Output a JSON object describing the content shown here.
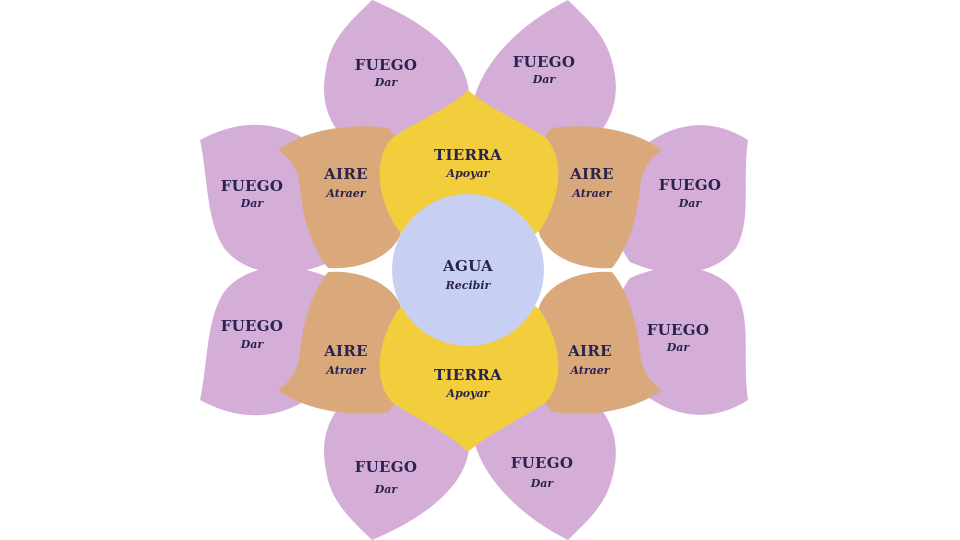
{
  "diagram": {
    "colors": {
      "background": "#ffffff",
      "fuego": "#d4aed7",
      "aire": "#d9a97c",
      "tierra": "#f2cd3c",
      "agua": "#c7d0f2",
      "text": "#2a2350"
    },
    "petals": {
      "fuego_top_left": {
        "name": "FUEGO",
        "verb": "Dar"
      },
      "fuego_top_right": {
        "name": "FUEGO",
        "verb": "Dar"
      },
      "fuego_upper_left": {
        "name": "FUEGO",
        "verb": "Dar"
      },
      "fuego_upper_right": {
        "name": "FUEGO",
        "verb": "Dar"
      },
      "fuego_lower_left": {
        "name": "FUEGO",
        "verb": "Dar"
      },
      "fuego_lower_right": {
        "name": "FUEGO",
        "verb": "Dar"
      },
      "fuego_bottom_left": {
        "name": "FUEGO",
        "verb": "Dar"
      },
      "fuego_bottom_right": {
        "name": "FUEGO",
        "verb": "Dar"
      },
      "aire_upper_left": {
        "name": "AIRE",
        "verb": "Atraer"
      },
      "aire_upper_right": {
        "name": "AIRE",
        "verb": "Atraer"
      },
      "aire_lower_left": {
        "name": "AIRE",
        "verb": "Atraer"
      },
      "aire_lower_right": {
        "name": "AIRE",
        "verb": "Atraer"
      },
      "tierra_top": {
        "name": "TIERRA",
        "verb": "Apoyar"
      },
      "tierra_bottom": {
        "name": "TIERRA",
        "verb": "Apoyar"
      }
    },
    "center": {
      "name": "AGUA",
      "verb": "Recibir"
    }
  }
}
